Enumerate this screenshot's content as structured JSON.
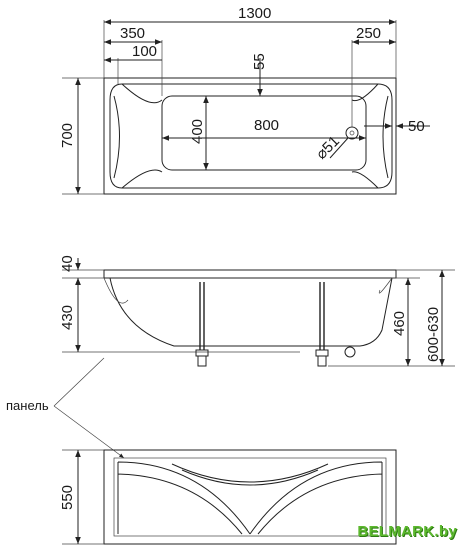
{
  "top_view": {
    "overall_length": "1300",
    "dim_350": "350",
    "dim_100": "100",
    "dim_55": "55",
    "dim_250": "250",
    "width": "700",
    "inner_height": "400",
    "inner_length": "800",
    "drain_diameter": "⌀51",
    "rim": "50"
  },
  "side_view": {
    "rim_height": "40",
    "body_height": "430",
    "leg_height": "460",
    "total_height": "600-630"
  },
  "front_panel": {
    "label": "панель",
    "height": "550"
  },
  "watermark": "BELMARK.by"
}
